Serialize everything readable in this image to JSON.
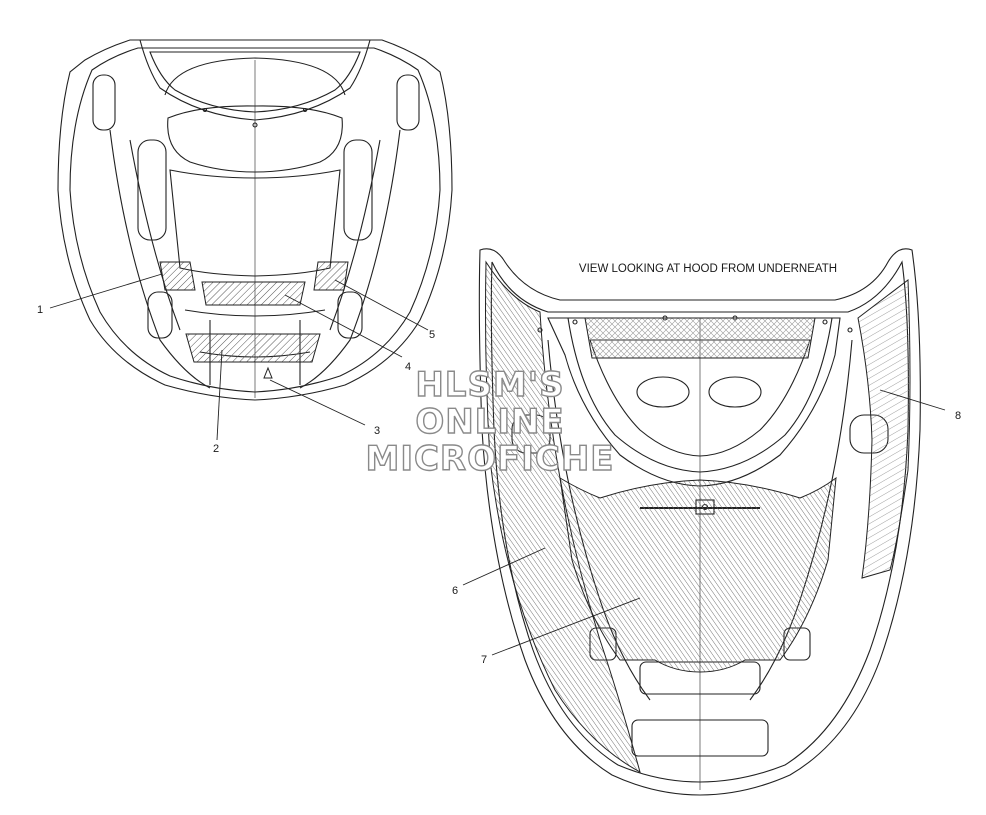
{
  "diagram": {
    "view_caption": "VIEW LOOKING AT HOOD FROM UNDERNEATH",
    "callouts": [
      {
        "id": "1",
        "label": "1"
      },
      {
        "id": "2",
        "label": "2"
      },
      {
        "id": "3",
        "label": "3"
      },
      {
        "id": "4",
        "label": "4"
      },
      {
        "id": "5",
        "label": "5"
      },
      {
        "id": "6",
        "label": "6"
      },
      {
        "id": "7",
        "label": "7"
      },
      {
        "id": "8",
        "label": "8"
      }
    ]
  },
  "watermark": {
    "line1": "HLSM'S",
    "line2": "ONLINE",
    "line3": "MICROFICHE"
  }
}
